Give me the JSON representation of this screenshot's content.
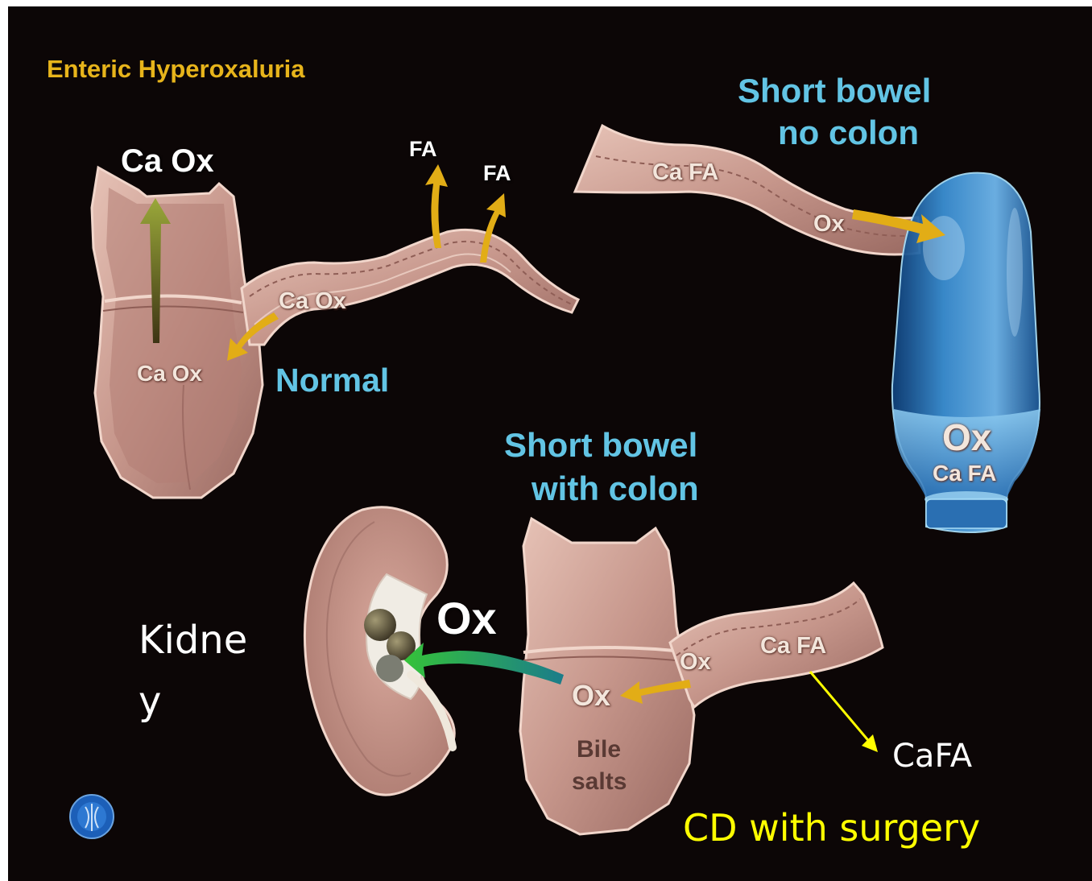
{
  "title": "Enteric Hyperoxaluria",
  "panels": {
    "normal": {
      "label": "Normal",
      "stomach_top_label": "Ca Ox",
      "stomach_inner_label": "Ca Ox",
      "intestine_label": "Ca Ox",
      "fa_label_1": "FA",
      "fa_label_2": "FA"
    },
    "no_colon": {
      "label_line1": "Short bowel",
      "label_line2": "no colon",
      "intestine_label_1": "Ca FA",
      "intestine_label_2": "Ox",
      "bag_label_1": "Ox",
      "bag_label_2": "Ca FA"
    },
    "with_colon": {
      "label_line1": "Short bowel",
      "label_line2": "with colon",
      "kidney_arrow_label": "Ox",
      "intestine_label_1": "Ca FA",
      "intestine_label_2": "Ox",
      "stomach_label": "Ox",
      "bile_line1": "Bile",
      "bile_line2": "salts"
    }
  },
  "annotations": {
    "kidney_line1": "Kidne",
    "kidney_line2": "y",
    "cafa": "CaFA",
    "cd_surgery": "CD with surgery"
  },
  "colors": {
    "background": "#0c0606",
    "tissue": "#c48e84",
    "tissue_light": "#e7c4b8",
    "arrow_gold": "#e2ad16",
    "label_blue": "#62c4e4",
    "annotation_yellow": "#ffff00",
    "bag_blue": "#3a8ed0"
  }
}
